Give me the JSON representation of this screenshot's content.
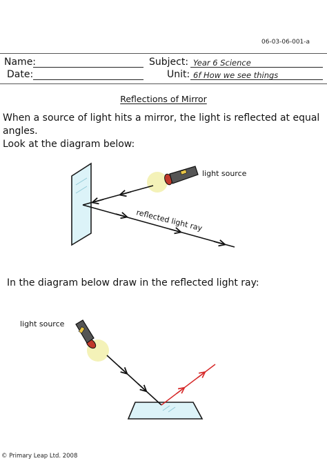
{
  "header": {
    "reference_code": "06-03-06-001-a",
    "name_label": "Name:",
    "date_label": "Date:",
    "subject_label": "Subject:",
    "subject_value": "Year 6 Science",
    "unit_label": "Unit:",
    "unit_value": "6f How we see things"
  },
  "worksheet": {
    "title": "Reflections of Mirror",
    "intro_text": "When a source of light hits a mirror, the light is reflected at equal angles.",
    "look_text": "Look at the diagram below:",
    "instruction_text": "In the diagram below draw in the reflected light ray:"
  },
  "diagram1": {
    "light_source_label": "light source",
    "reflected_label": "reflected light ray"
  },
  "diagram2": {
    "light_source_label": "light source"
  },
  "colors": {
    "mirror_fill": "#dcf3f8",
    "mirror_stroke": "#1a1a1a",
    "torch_glow": "#f4f2b8",
    "torch_red": "#c0392b",
    "ray_black": "#111111",
    "ray_red": "#d62828"
  },
  "footer": {
    "copyright": "© Primary Leap Ltd. 2008"
  }
}
